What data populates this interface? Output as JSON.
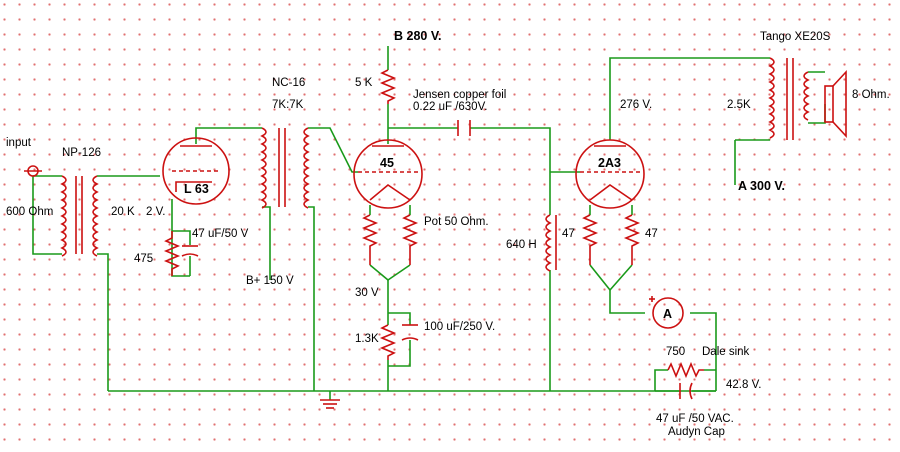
{
  "labels": {
    "b_supply": "B  280 V.",
    "tango": "Tango XE20S",
    "speaker": "8 Ohm.",
    "z_25k": "2.5K",
    "v276": "276 V.",
    "a_supply": "A  300 V.",
    "input": "input",
    "z600": "600 Ohm",
    "np126": "NP-126",
    "nc16": "NC-16",
    "ratio7k": "7K:7K",
    "r5k": "5 K",
    "jensen1": "Jensen copper foil",
    "jensen2": "0.22 uF /630V.",
    "tube_l63": "L 63",
    "tube_45": "45",
    "tube_2a3": "2A3",
    "z20k": "20 K",
    "v2": "2 V.",
    "c47_50": "47 uF/50 V",
    "r475": "475",
    "bplus150": "B+ 150 V",
    "pot50": "Pot 50 Ohm.",
    "h640": "640 H",
    "r47a": "47",
    "r47b": "47",
    "v30": "30 V",
    "r13k": "1.3K",
    "c100": "100 uF/250 V.",
    "meter": "A",
    "r750": "750",
    "dale": "Dale sink",
    "v428": "42.8 V.",
    "c47vac": "47 uF /50 VAC.",
    "audyn": "Audyn Cap"
  }
}
